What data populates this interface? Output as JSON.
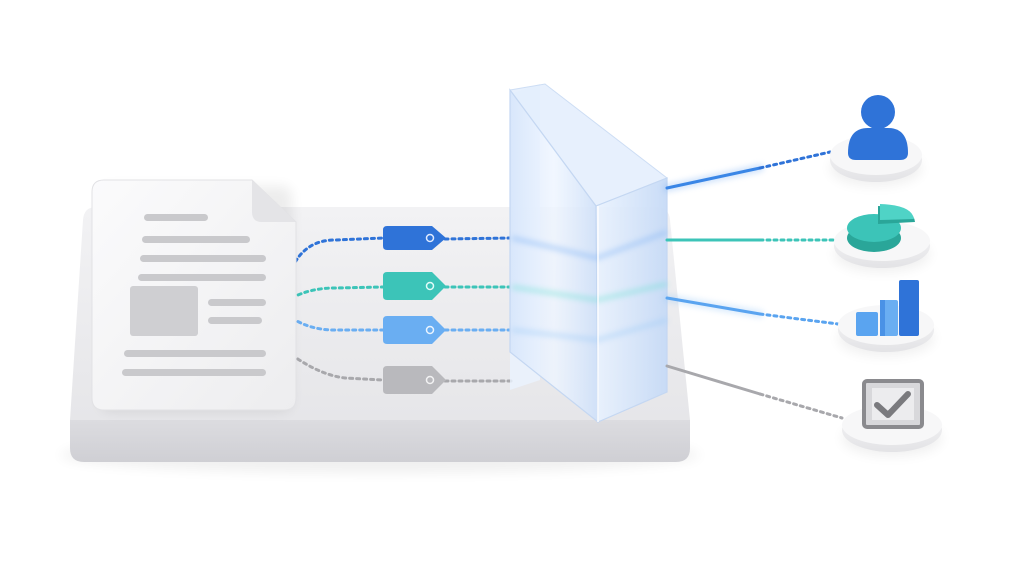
{
  "diagram": {
    "colors": {
      "background": "#ffffff",
      "platform": "#ececee",
      "document": "#f7f7f8",
      "text_lines": "#c9c9cc",
      "image_block": "#cfcfd2",
      "prism_glass": "#dbe9fb"
    },
    "tags": [
      {
        "name": "tag-dark-blue",
        "color": "#2f73d8"
      },
      {
        "name": "tag-teal",
        "color": "#3cc4b8"
      },
      {
        "name": "tag-light-blue",
        "color": "#6aaef2"
      },
      {
        "name": "tag-gray",
        "color": "#b9b9bd"
      }
    ],
    "outputs": [
      {
        "name": "user-output",
        "icon": "user-icon",
        "color": "#2f73d8"
      },
      {
        "name": "chart-output",
        "icon": "pie-chart-icon",
        "color": "#3cc4b8"
      },
      {
        "name": "analytics-output",
        "icon": "bar-chart-icon",
        "color": "#2f73d8"
      },
      {
        "name": "verify-output",
        "icon": "checkbox-check-icon",
        "color": "#8a8a8e"
      }
    ]
  }
}
